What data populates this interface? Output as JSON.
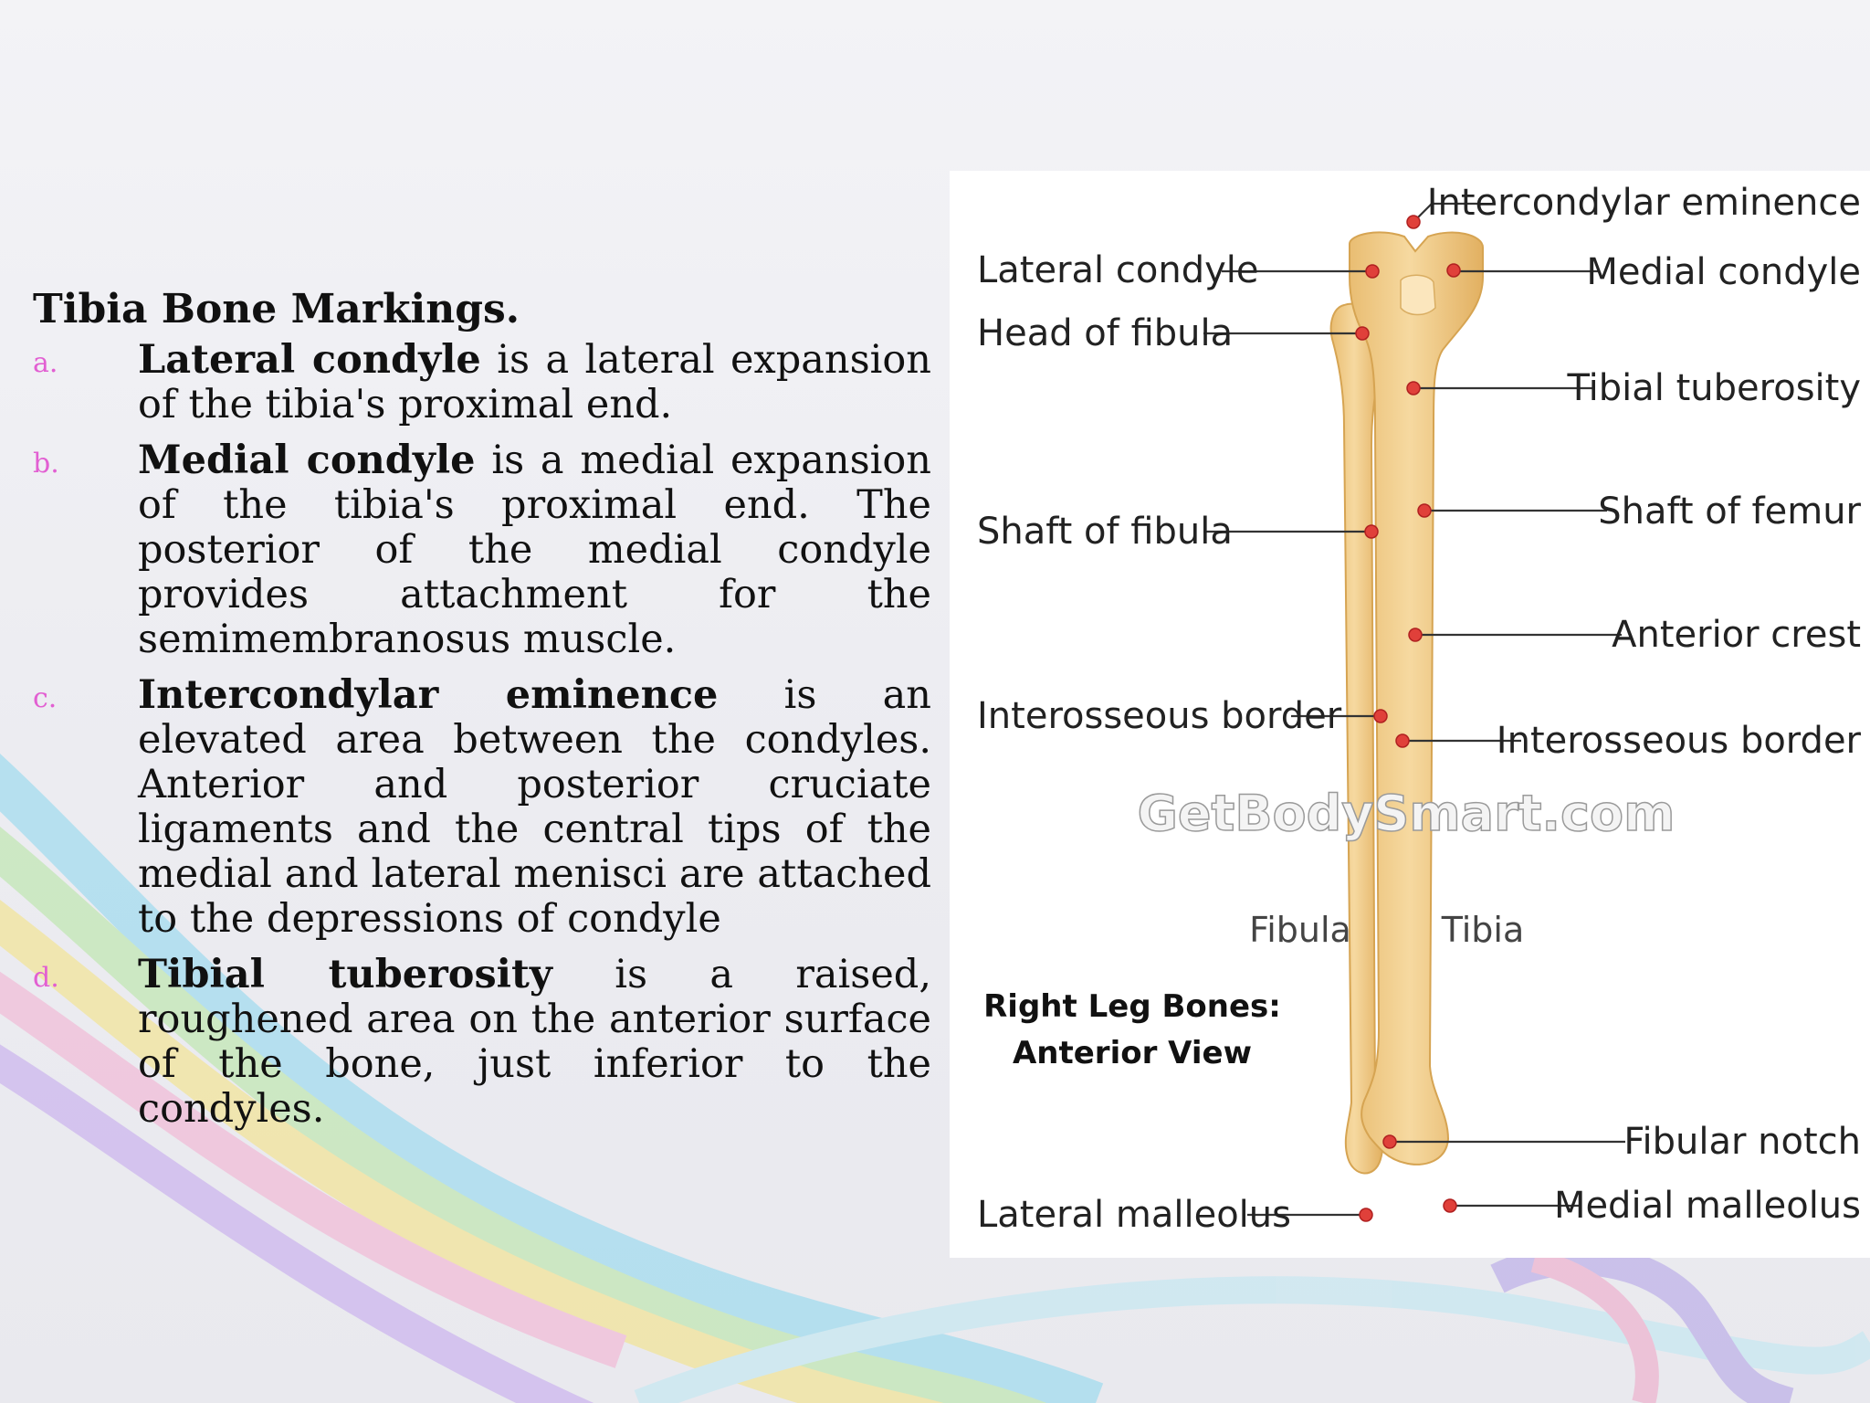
{
  "title": "Tibia Bone Markings.",
  "markings": [
    {
      "letter": "a.",
      "term": "Lateral condyle",
      "text": " is a lateral expansion of the tibia's proximal end."
    },
    {
      "letter": "b.",
      "term": "Medial condyle",
      "text": " is a medial expansion of the tibia's proximal end. The posterior of the medial condyle provides attachment for the semimembranosus muscle."
    },
    {
      "letter": "c.",
      "term": "Intercondylar eminence",
      "text": " is an elevated area between the condyles. Anterior and posterior cruciate ligaments and the central tips of the medial and lateral menisci are attached to the depressions of condyle"
    },
    {
      "letter": "d.",
      "term": "Tibial tuberosity",
      "text": " is a raised, roughened area on the anterior surface of the bone, just inferior to the condyles."
    }
  ],
  "diagram": {
    "left_labels": {
      "lateral_condyle": "Lateral condyle",
      "head_of_fibula": "Head of fibula",
      "shaft_of_fibula": "Shaft of fibula",
      "interosseous_border": "Interosseous border",
      "lateral_malleolus": "Lateral malleolus"
    },
    "right_labels": {
      "intercondylar_eminence": "Intercondylar eminence",
      "medial_condyle": "Medial condyle",
      "tibial_tuberosity": "Tibial tuberosity",
      "shaft_of_femur": "Shaft of femur",
      "anterior_crest": "Anterior crest",
      "interosseous_border": "Interosseous border",
      "fibular_notch": "Fibular notch",
      "medial_malleolus": "Medial malleolus"
    },
    "bones": {
      "fibula": "Fibula",
      "tibia": "Tibia"
    },
    "caption": {
      "line1": "Right Leg Bones:",
      "line2": "Anterior View"
    },
    "watermark": "GetBodySmart.com",
    "colors": {
      "bone_fill": "#f2cf8e",
      "bone_edge": "#d8a855",
      "marker": "#e0403a"
    }
  }
}
